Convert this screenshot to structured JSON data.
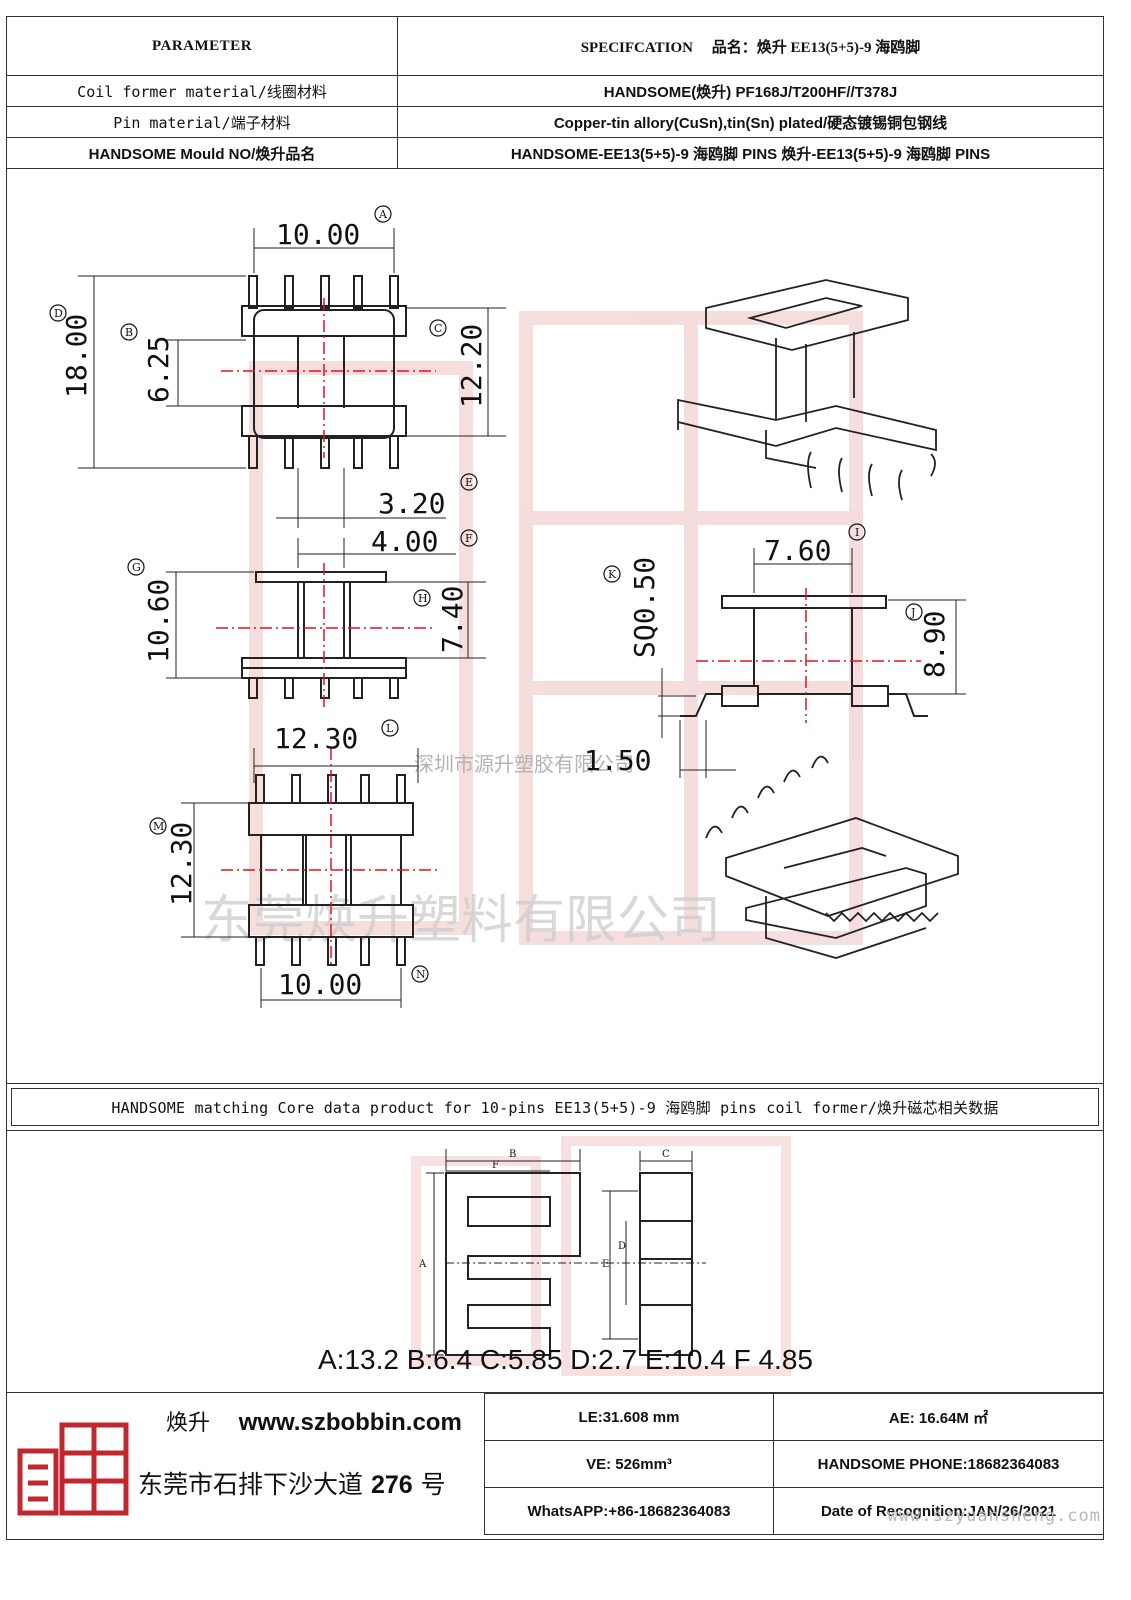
{
  "header": {
    "parameter_label": "PARAMETER",
    "spec_label": "SPECIFCATION",
    "product_prefix": "品名：焕升",
    "product_code": "EE",
    "product_name": "13(5+5)-9 海鸥脚"
  },
  "rows": [
    {
      "param": "Coil former material/线圈材料",
      "spec": "HANDSOME(焕升)   PF168J/T200HF//T378J"
    },
    {
      "param": "Pin material/端子材料",
      "spec": "Copper-tin allory(CuSn),tin(Sn) plated/硬态镀锡铜包钢线"
    },
    {
      "param": "HANDSOME Mould NO/焕升品名",
      "spec": "HANDSOME-EE13(5+5)-9 海鸥脚  PINS    焕升-EE13(5+5)-9 海鸥脚  PINS"
    }
  ],
  "dimensions": {
    "A": {
      "value": "10.00",
      "marker": "A"
    },
    "B": {
      "value": "6.25",
      "marker": "B"
    },
    "C": {
      "value": "12.20",
      "marker": "C"
    },
    "D": {
      "value": "18.00",
      "marker": "D"
    },
    "E": {
      "value": "3.20",
      "marker": "E"
    },
    "F": {
      "value": "4.00",
      "marker": "F"
    },
    "G": {
      "value": "10.60",
      "marker": "G"
    },
    "H": {
      "value": "7.40",
      "marker": "H"
    },
    "I": {
      "value": "7.60",
      "marker": "I"
    },
    "J": {
      "value": "8.90",
      "marker": "J"
    },
    "K": {
      "value": "SQ0.50",
      "marker": "K"
    },
    "L": {
      "value": "12.30",
      "marker": "L"
    },
    "M": {
      "value": "12.30",
      "marker": "M"
    },
    "N": {
      "value": "10.00",
      "marker": "N"
    },
    "pin_offset": {
      "value": "1.50"
    }
  },
  "watermark": {
    "company_small": "深圳市源升塑胶有限公司",
    "company_large": "东莞焕升塑料有限公司"
  },
  "core": {
    "banner": "HANDSOME matching Core data  product for 10-pins EE13(5+5)-9 海鸥脚 pins coil former/焕升磁芯相关数据",
    "labels": {
      "A": "A",
      "B": "B",
      "C": "C",
      "D": "D",
      "E": "E",
      "F": "F"
    },
    "dims_text": "A:13.2 B:6.4 C:5.85 D:2.7 E:10.4 F 4.85"
  },
  "footer": {
    "brand_zh": "焕升",
    "url": "www.szbobbin.com",
    "address_zh": "东莞市石排下沙大道",
    "address_no": "276",
    "address_suffix": "号",
    "le": "LE:31.608 mm",
    "ae": "AE: 16.64M ㎡",
    "ve": "VE: 526mm³",
    "phone": "HANDSOME PHONE:18682364083",
    "whatsapp": "WhatsAPP:+86-18682364083",
    "date": "Date of Recognition:JAN/26/2021",
    "site": "www.szyuansheng.com"
  },
  "colors": {
    "line": "#222222",
    "center_line": "#e0141e",
    "watermark": "#e9a3a3",
    "logo_red": "#c0282e"
  }
}
